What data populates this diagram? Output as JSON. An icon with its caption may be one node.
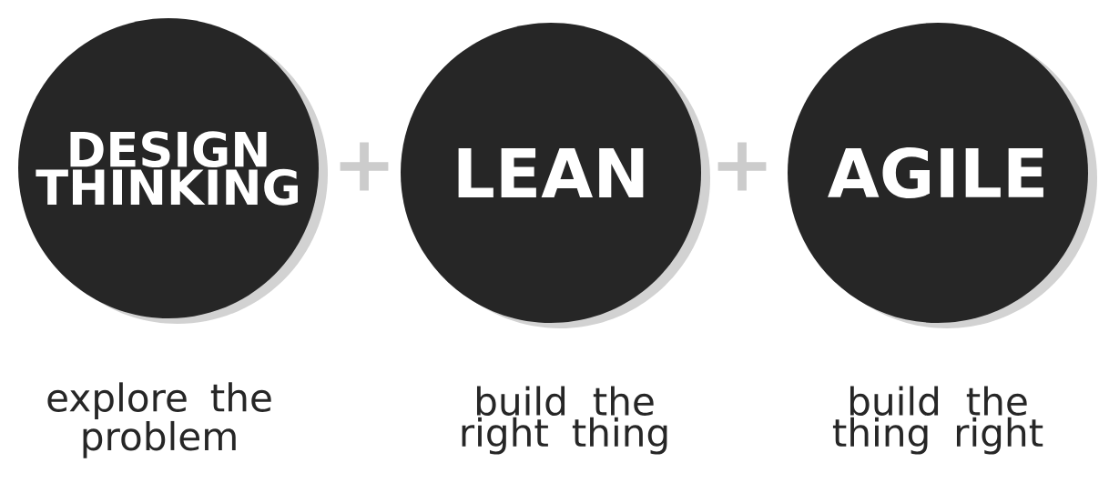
{
  "diagram": {
    "nodes": [
      {
        "text": [
          "DESIGN THINKING"
        ],
        "beside": [
          "explore the problem"
        ]
      },
      {
        "text": [
          "LEAN"
        ],
        "beside": [
          "build the right thing"
        ]
      },
      {
        "text": [
          "AGILE"
        ],
        "beside": [
          "build the thing right"
        ]
      }
    ],
    "labels": [
      "+",
      "+"
    ]
  }
}
